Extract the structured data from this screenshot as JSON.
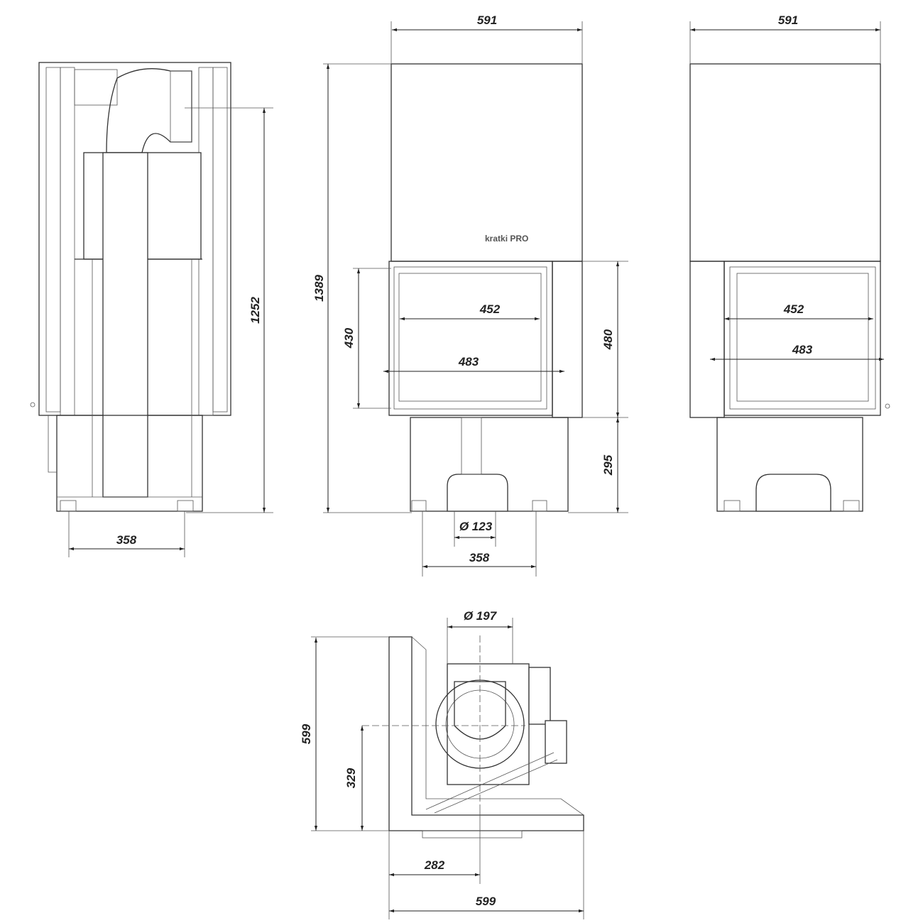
{
  "title": "Fireplace insert dimension drawing",
  "logo": "kratki PRO",
  "side_view": {
    "height_1252": "1252",
    "feet_358": "358"
  },
  "front_view": {
    "width_591": "591",
    "height_1389": "1389",
    "glass_430": "430",
    "door_452": "452",
    "door_483": "483",
    "side_480": "480",
    "base_295": "295",
    "flue_123": "Ø 123",
    "feet_358": "358"
  },
  "right_view": {
    "width_591": "591",
    "door_452": "452",
    "door_483": "483"
  },
  "top_view": {
    "flue_197": "Ø 197",
    "depth_599": "599",
    "offset_329": "329",
    "offset_282": "282",
    "width_599": "599"
  }
}
